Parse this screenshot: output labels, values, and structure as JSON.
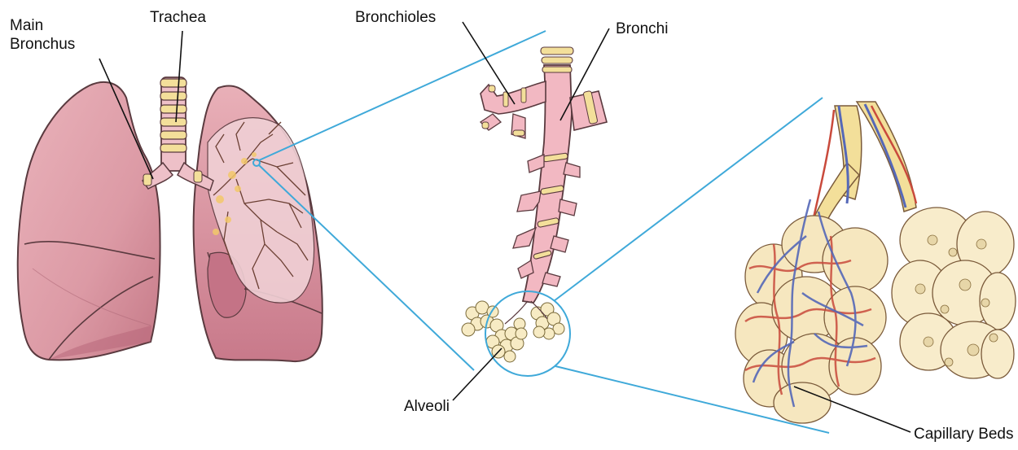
{
  "labels": {
    "main_bronchus_line1": "Main",
    "main_bronchus_line2": "Bronchus",
    "trachea": "Trachea",
    "bronchioles": "Bronchioles",
    "bronchi": "Bronchi",
    "alveoli": "Alveoli",
    "capillary_beds": "Capillary Beds"
  },
  "colors": {
    "lung": "#e3a5ad",
    "lung_dark": "#c27684",
    "lung_outline": "#5a3a3f",
    "cartilage": "#f3df9a",
    "airway": "#f2b8c2",
    "zoom_line": "#3fa9d9",
    "alveoli": "#f7ebc4",
    "artery": "#c94a3c",
    "vein": "#5568b8"
  }
}
